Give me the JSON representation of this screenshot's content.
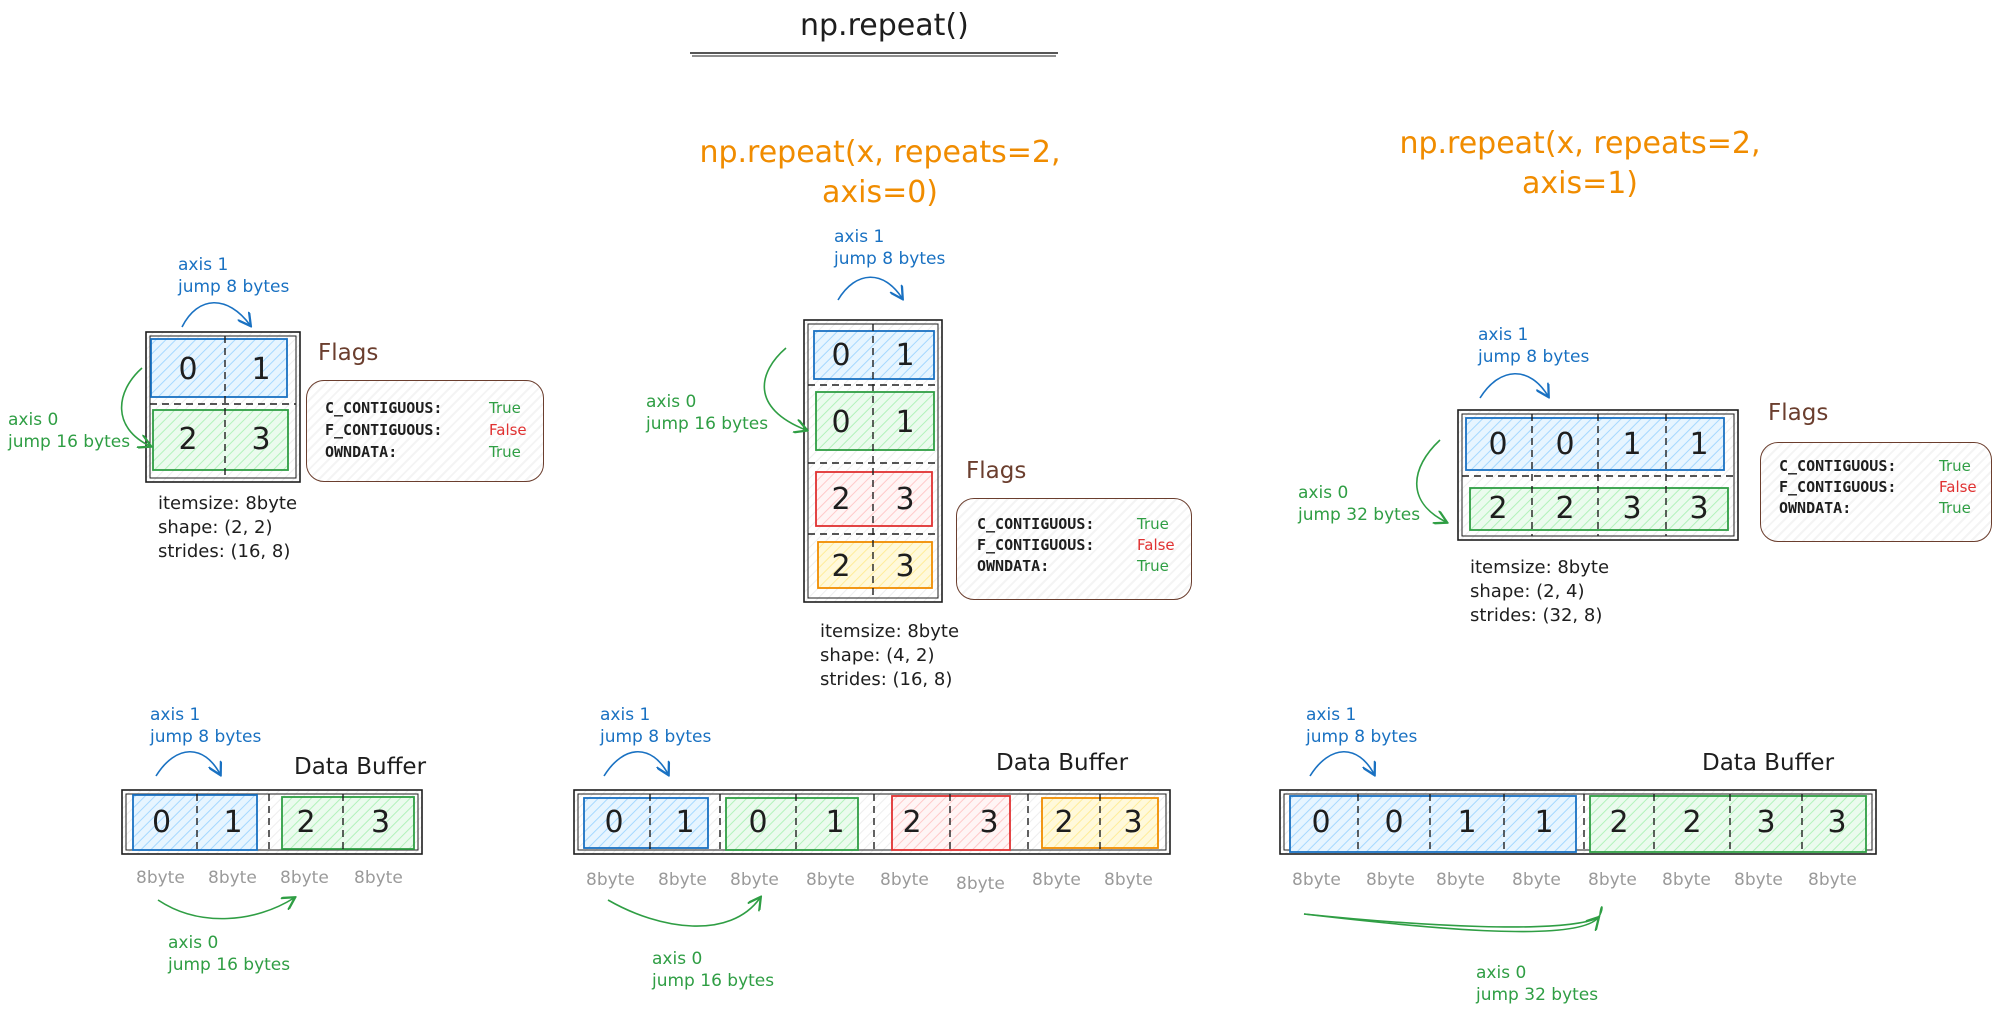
{
  "title": "np.repeat()",
  "flags": {
    "title": "Flags",
    "rows": [
      {
        "key": "C_CONTIGUOUS:",
        "value": "True"
      },
      {
        "key": "F_CONTIGUOUS:",
        "value": "False"
      },
      {
        "key": "OWNDATA:",
        "value": "True"
      }
    ]
  },
  "labels": {
    "axis1": "axis 1",
    "jump8": "jump 8 bytes",
    "axis0": "axis 0",
    "jump16": "jump 16 bytes",
    "jump32": "jump 32 bytes",
    "byte": "8byte",
    "data_buffer": "Data Buffer"
  },
  "colors": {
    "blue": "#1971c2",
    "green": "#2f9e44",
    "red": "#e03131",
    "orange": "#f08c00"
  },
  "panels": {
    "original": {
      "itemsize": "itemsize: 8byte",
      "shape": "shape: (2, 2)",
      "strides": "strides: (16, 8)",
      "cells": [
        "0",
        "1",
        "2",
        "3"
      ],
      "buffer": [
        "0",
        "1",
        "2",
        "3"
      ]
    },
    "axis0": {
      "heading_line1": "np.repeat(x, repeats=2,",
      "heading_line2": "axis=0)",
      "itemsize": "itemsize: 8byte",
      "shape": "shape: (4, 2)",
      "strides": "strides: (16, 8)",
      "cells": [
        "0",
        "1",
        "0",
        "1",
        "2",
        "3",
        "2",
        "3"
      ],
      "buffer": [
        "0",
        "1",
        "0",
        "1",
        "2",
        "3",
        "2",
        "3"
      ]
    },
    "axis1": {
      "heading_line1": "np.repeat(x, repeats=2,",
      "heading_line2": "axis=1)",
      "itemsize": "itemsize: 8byte",
      "shape": "shape: (2, 4)",
      "strides": "strides: (32, 8)",
      "cells": [
        "0",
        "0",
        "1",
        "1",
        "2",
        "2",
        "3",
        "3"
      ],
      "buffer": [
        "0",
        "0",
        "1",
        "1",
        "2",
        "2",
        "3",
        "3"
      ]
    }
  }
}
